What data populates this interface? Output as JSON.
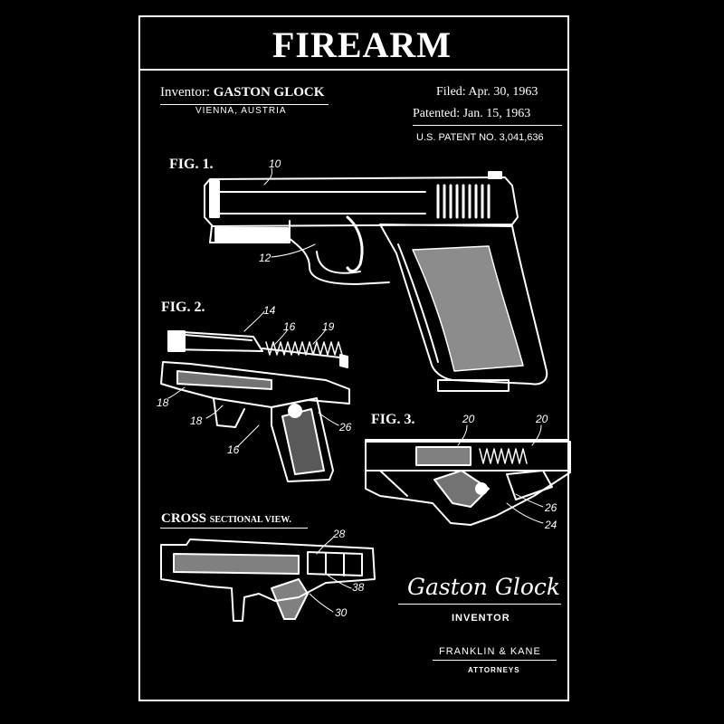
{
  "title": "FIREARM",
  "inventor": {
    "label": "Inventor:",
    "name": "GASTON GLOCK",
    "location": "VIENNA, AUSTRIA"
  },
  "dates": {
    "filed": "Filed: Apr. 30, 1963",
    "patented": "Patented: Jan. 15, 1963",
    "patent_no": "U.S. PATENT NO. 3,041,636"
  },
  "figures": {
    "fig1": {
      "label": "FIG. 1.",
      "refs": [
        "10",
        "12"
      ]
    },
    "fig2": {
      "label": "FIG. 2.",
      "refs": [
        "14",
        "16",
        "19",
        "18",
        "18",
        "16",
        "26"
      ]
    },
    "fig3": {
      "label": "FIG. 3.",
      "refs": [
        "20",
        "20",
        "26",
        "24"
      ]
    },
    "cross": {
      "label_main": "CROSS",
      "label_sub": "SECTIONAL VIEW.",
      "refs": [
        "28",
        "38",
        "30"
      ]
    }
  },
  "signature": {
    "text": "Gaston Glock",
    "role": "INVENTOR"
  },
  "attorneys": {
    "firm": "FRANKLIN & KANE",
    "label": "ATTORNEYS"
  },
  "colors": {
    "background": "#000000",
    "ink": "#ffffff"
  }
}
